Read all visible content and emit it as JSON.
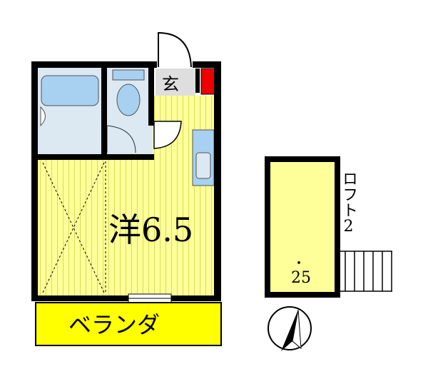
{
  "rooms": {
    "entrance_label": "玄",
    "main_room_label": "洋6.5",
    "balcony_label": "ベランダ",
    "loft_label_line1": "ロフト2",
    "loft_dot": "・",
    "loft_number": "25"
  },
  "colors": {
    "wall": "#000000",
    "floor_yellow": "#ffff99",
    "floor_lines": "#a0a000",
    "balcony_yellow": "#ffff00",
    "fixture_blue": "#a8d0f0",
    "wet_area_bg": "#dce8f2",
    "entrance_bg": "#dedede",
    "shoe_box_red": "#ee0000"
  },
  "icons": {
    "compass": "north-arrow-icon",
    "stairs": "stairs-icon",
    "bathtub": "bathtub-icon",
    "toilet": "toilet-icon",
    "sink": "kitchen-sink-icon"
  }
}
